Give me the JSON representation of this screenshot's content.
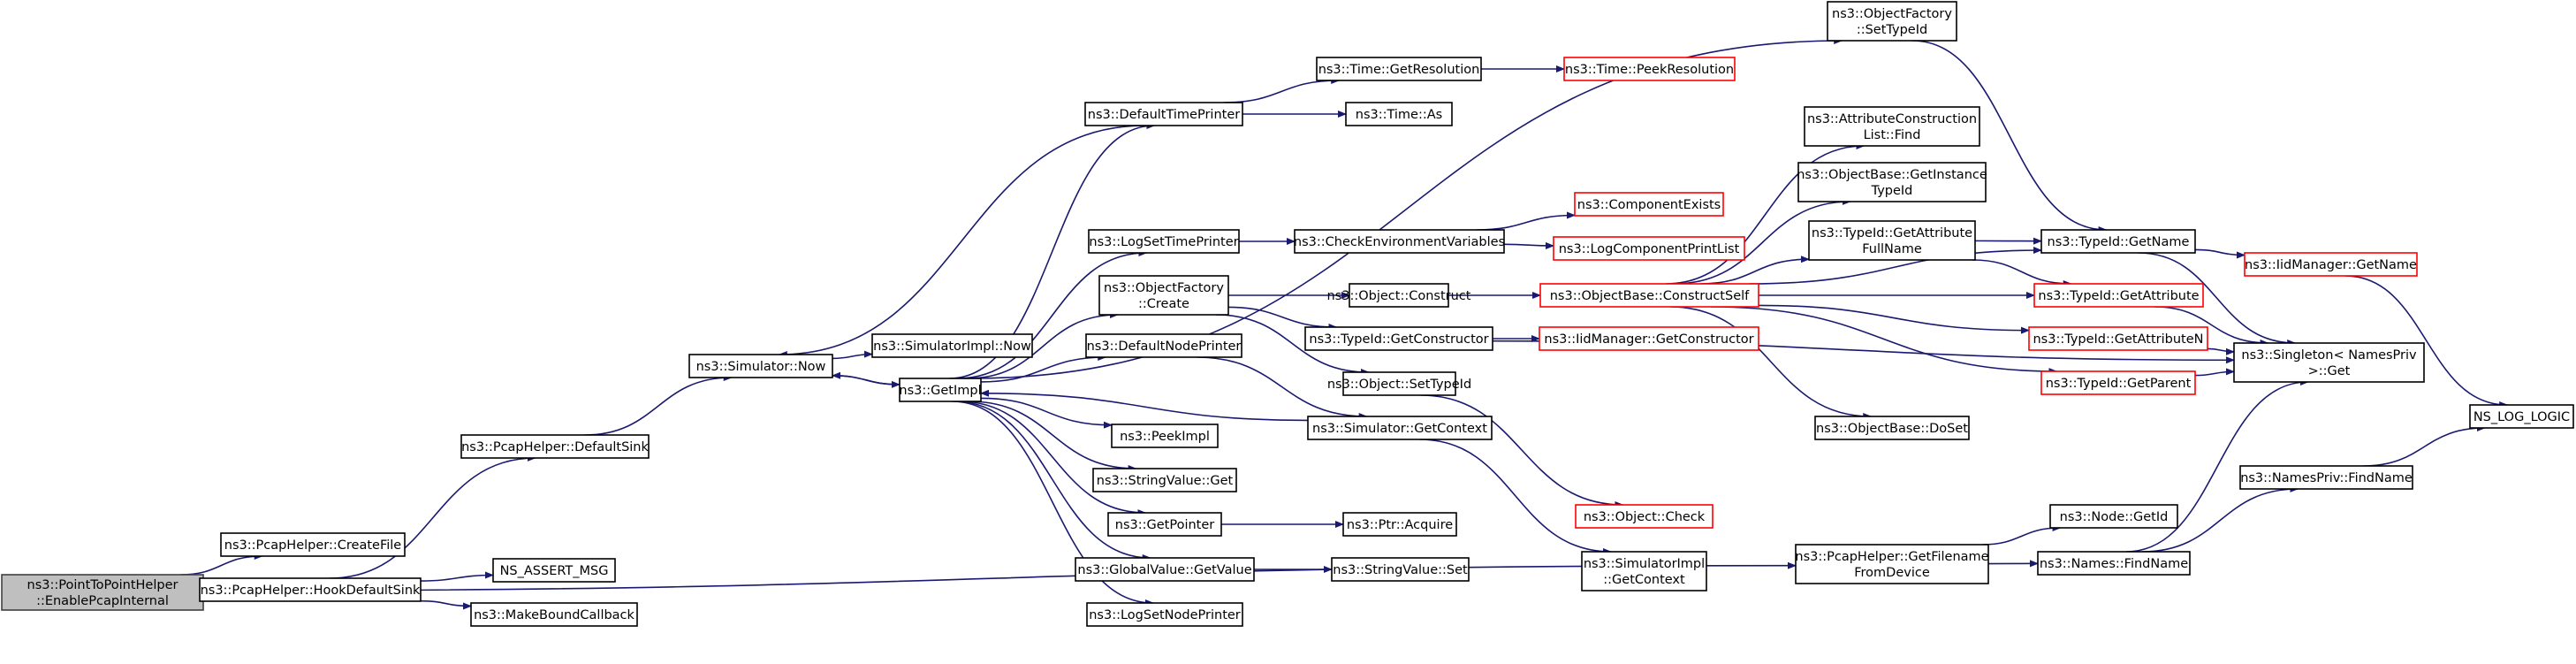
{
  "colors": {
    "edge": "#191970",
    "node_border": "#000000",
    "truncated_border": "#ff0000",
    "root_fill": "#bfbfbf"
  },
  "nodes": {
    "root": [
      "ns3::PointToPointHelper",
      "::EnablePcapInternal"
    ],
    "createfile": [
      "ns3::PcapHelper::CreateFile"
    ],
    "hookdefaultsink": [
      "ns3::PcapHelper::HookDefaultSink"
    ],
    "defaultsink": [
      "ns3::PcapHelper::DefaultSink"
    ],
    "assertmsg": [
      "NS_ASSERT_MSG"
    ],
    "makeboundcallback": [
      "ns3::MakeBoundCallback"
    ],
    "simulatornow": [
      "ns3::Simulator::Now"
    ],
    "simimplnow": [
      "ns3::SimulatorImpl::Now"
    ],
    "getimpl": [
      "ns3::GetImpl"
    ],
    "defaulttimeprinter": [
      "ns3::DefaultTimePrinter"
    ],
    "getresolution": [
      "ns3::Time::GetResolution"
    ],
    "peekresolution": [
      "ns3::Time::PeekResolution"
    ],
    "timeas": [
      "ns3::Time::As"
    ],
    "logsettimeprinter": [
      "ns3::LogSetTimePrinter"
    ],
    "checkenv": [
      "ns3::CheckEnvironmentVariables"
    ],
    "componentexists": [
      "ns3::ComponentExists"
    ],
    "logcomponentprintlist": [
      "ns3::LogComponentPrintList"
    ],
    "objectfactorycreate": [
      "ns3::ObjectFactory",
      "::Create"
    ],
    "objectconstruct": [
      "ns3::Object::Construct"
    ],
    "constructself": [
      "ns3::ObjectBase::ConstructSelf"
    ],
    "typeidgetconstructor": [
      "ns3::TypeId::GetConstructor"
    ],
    "iidgetconstructor": [
      "ns3::IidManager::GetConstructor"
    ],
    "defaultnodeprinter": [
      "ns3::DefaultNodePrinter"
    ],
    "objectsettypeid": [
      "ns3::Object::SetTypeId"
    ],
    "simgetcontext": [
      "ns3::Simulator::GetContext"
    ],
    "peekimpl": [
      "ns3::PeekImpl"
    ],
    "stringvalueget": [
      "ns3::StringValue::Get"
    ],
    "getpointer": [
      "ns3::GetPointer"
    ],
    "ptracquire": [
      "ns3::Ptr::Acquire"
    ],
    "globalvalueget": [
      "ns3::GlobalValue::GetValue"
    ],
    "stringvalueset": [
      "ns3::StringValue::Set"
    ],
    "logsetnodeprinter": [
      "ns3::LogSetNodePrinter"
    ],
    "objectcheck": [
      "ns3::Object::Check"
    ],
    "simimplgetcontext": [
      "ns3::SimulatorImpl",
      "::GetContext"
    ],
    "factorysettypeid": [
      "ns3::ObjectFactory",
      "::SetTypeId"
    ],
    "attrconstructfind": [
      "ns3::AttributeConstruction",
      "List::Find"
    ],
    "getinstancetypeid": [
      "ns3::ObjectBase::GetInstance",
      "TypeId"
    ],
    "getattributefullname": [
      "ns3::TypeId::GetAttribute",
      "FullName"
    ],
    "typeidgetname": [
      "ns3::TypeId::GetName"
    ],
    "typeidgetattribute": [
      "ns3::TypeId::GetAttribute"
    ],
    "typeidgetattributen": [
      "ns3::TypeId::GetAttributeN"
    ],
    "typeidgetparent": [
      "ns3::TypeId::GetParent"
    ],
    "objectbasedoset": [
      "ns3::ObjectBase::DoSet"
    ],
    "iidgetname": [
      "ns3::IidManager::GetName"
    ],
    "singletonget": [
      "ns3::Singleton< NamesPriv",
      ">::Get"
    ],
    "nslog": [
      "NS_LOG_LOGIC"
    ],
    "getfilename": [
      "ns3::PcapHelper::GetFilename",
      "FromDevice"
    ],
    "nodegetid": [
      "ns3::Node::GetId"
    ],
    "namesfind": [
      "ns3::Names::FindName"
    ],
    "namesprivfind": [
      "ns3::NamesPriv::FindName"
    ]
  }
}
